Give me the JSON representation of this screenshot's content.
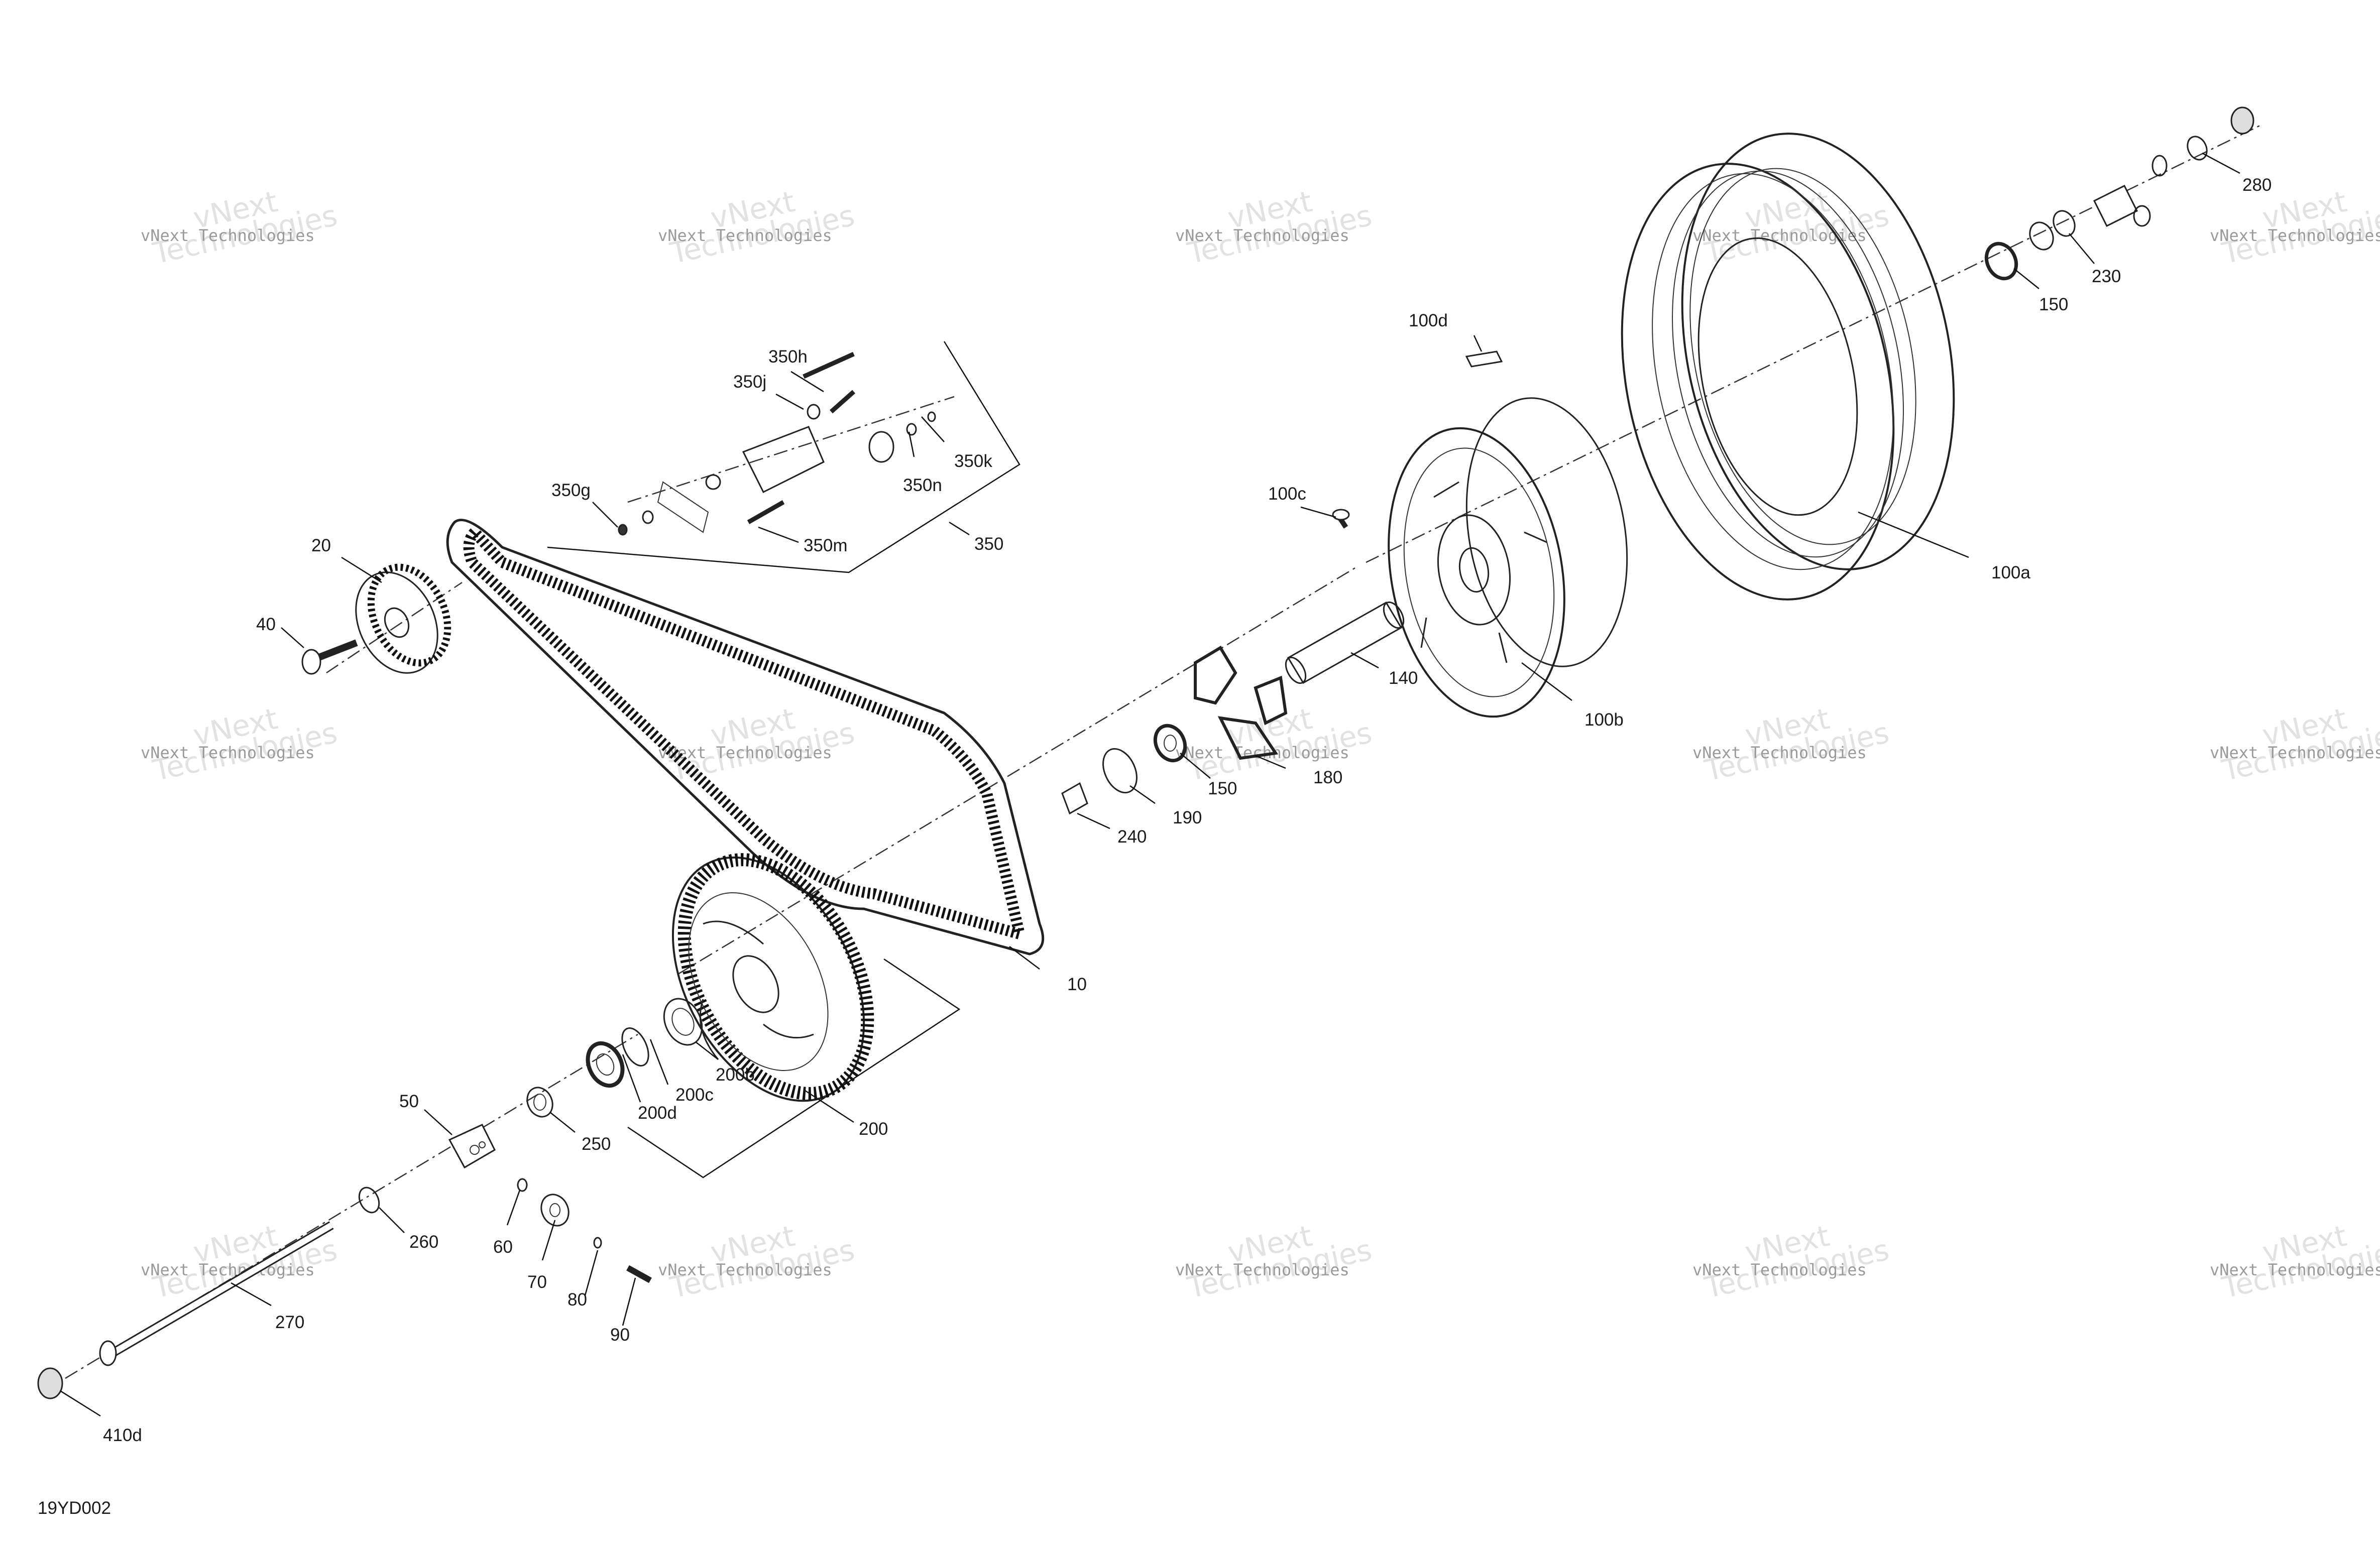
{
  "diagram_code": "19YD002",
  "watermark": {
    "line1": "vNext",
    "line2": "vNext Technologies",
    "line3": "Technologies"
  },
  "labels": {
    "p10": "10",
    "p20": "20",
    "p40": "40",
    "p50": "50",
    "p60": "60",
    "p70": "70",
    "p80": "80",
    "p90": "90",
    "p100a": "100a",
    "p100b": "100b",
    "p100c": "100c",
    "p100d": "100d",
    "p140": "140",
    "p150a": "150",
    "p150b": "150",
    "p180": "180",
    "p190": "190",
    "p200": "200",
    "p200b": "200b",
    "p200c": "200c",
    "p200d": "200d",
    "p230": "230",
    "p240": "240",
    "p250": "250",
    "p260": "260",
    "p270": "270",
    "p280": "280",
    "p350": "350",
    "p350g": "350g",
    "p350h": "350h",
    "p350j": "350j",
    "p350k": "350k",
    "p350m": "350m",
    "p350n": "350n",
    "p410d": "410d"
  }
}
